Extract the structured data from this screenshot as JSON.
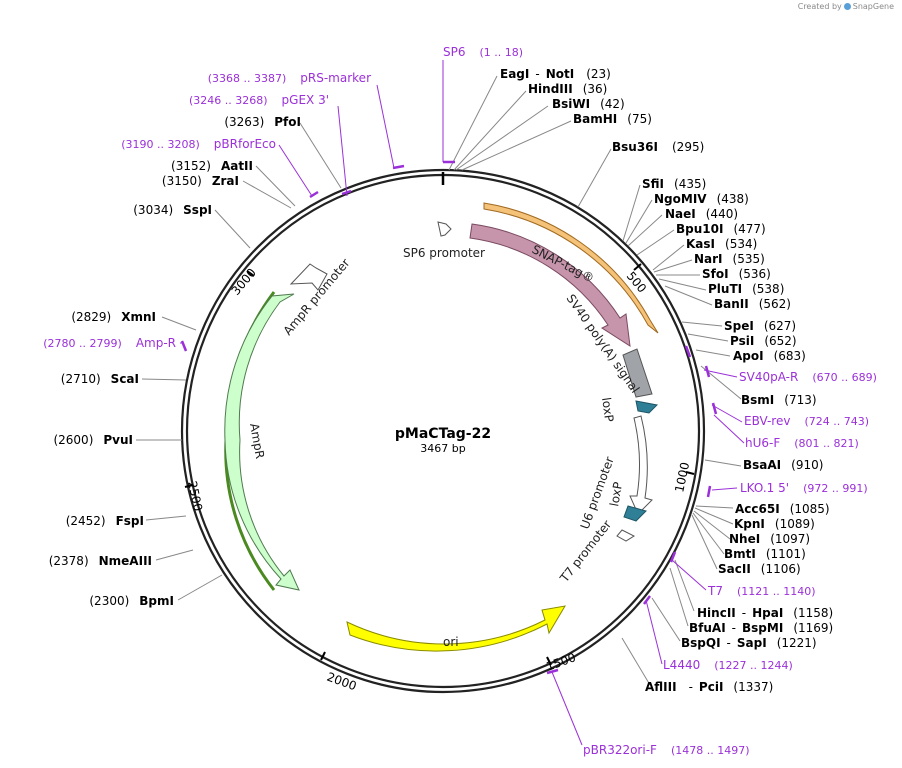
{
  "brand": {
    "created_by": "Created by",
    "product": "SnapGene"
  },
  "plasmid": {
    "name": "pMaCTag-22",
    "size_label": "3467 bp"
  },
  "colors": {
    "primer": "#9b30d9",
    "snap": "#c795ab",
    "amp": "#ccffcc",
    "ori": "#ffff00",
    "sv40": "#a0a4a8",
    "lox": "#2f7f96",
    "orange": "#f5c27a",
    "green": "#4a8a20"
  },
  "ticks": [
    "500",
    "1000",
    "1500",
    "2000",
    "2500",
    "3000"
  ],
  "features": [
    {
      "label": "SP6 promoter"
    },
    {
      "label": "SNAP-tag®"
    },
    {
      "label": "SV40 poly(A) signal"
    },
    {
      "label": "loxP"
    },
    {
      "label": "U6 promoter"
    },
    {
      "label": "loxP"
    },
    {
      "label": "T7 promoter"
    },
    {
      "label": "ori"
    },
    {
      "label": "AmpR"
    },
    {
      "label": "AmpR promoter"
    }
  ],
  "sites": [
    {
      "name": "EagI",
      "sep": "-",
      "name2": "NotI",
      "pos": "(23)"
    },
    {
      "name": "HindIII",
      "pos": "(36)"
    },
    {
      "name": "BsiWI",
      "pos": "(42)"
    },
    {
      "name": "BamHI",
      "pos": "(75)"
    },
    {
      "name": "Bsu36I",
      "pos": "(295)"
    },
    {
      "name": "SfiI",
      "pos": "(435)"
    },
    {
      "name": "NgoMIV",
      "pos": "(438)"
    },
    {
      "name": "NaeI",
      "pos": "(440)"
    },
    {
      "name": "Bpu10I",
      "pos": "(477)"
    },
    {
      "name": "KasI",
      "pos": "(534)"
    },
    {
      "name": "NarI",
      "pos": "(535)"
    },
    {
      "name": "SfoI",
      "pos": "(536)"
    },
    {
      "name": "PluTI",
      "pos": "(538)"
    },
    {
      "name": "BanII",
      "pos": "(562)"
    },
    {
      "name": "SpeI",
      "pos": "(627)"
    },
    {
      "name": "PsiI",
      "pos": "(652)"
    },
    {
      "name": "ApoI",
      "pos": "(683)"
    },
    {
      "name": "BsmI",
      "pos": "(713)"
    },
    {
      "name": "BsaAI",
      "pos": "(910)"
    },
    {
      "name": "Acc65I",
      "pos": "(1085)"
    },
    {
      "name": "KpnI",
      "pos": "(1089)"
    },
    {
      "name": "NheI",
      "pos": "(1097)"
    },
    {
      "name": "BmtI",
      "pos": "(1101)"
    },
    {
      "name": "SacII",
      "pos": "(1106)"
    },
    {
      "name": "HincII",
      "sep": "-",
      "name2": "HpaI",
      "pos": "(1158)"
    },
    {
      "name": "BfuAI",
      "sep": "-",
      "name2": "BspMI",
      "pos": "(1169)"
    },
    {
      "name": "BspQI",
      "sep": "-",
      "name2": "SapI",
      "pos": "(1221)"
    },
    {
      "name": "AflIII",
      "sep": "-",
      "name2": "PciI",
      "pos": "(1337)"
    },
    {
      "name": "BpmI",
      "pos": "(2300)"
    },
    {
      "name": "NmeAIII",
      "pos": "(2378)"
    },
    {
      "name": "FspI",
      "pos": "(2452)"
    },
    {
      "name": "PvuI",
      "pos": "(2600)"
    },
    {
      "name": "ScaI",
      "pos": "(2710)"
    },
    {
      "name": "XmnI",
      "pos": "(2829)"
    },
    {
      "name": "SspI",
      "pos": "(3034)"
    },
    {
      "name": "ZraI",
      "pos": "(3150)"
    },
    {
      "name": "AatII",
      "pos": "(3152)"
    },
    {
      "name": "PfoI",
      "pos": "(3263)"
    }
  ],
  "primers": [
    {
      "name": "SP6",
      "range": "(1 .. 18)"
    },
    {
      "name": "SV40pA-R",
      "range": "(670 .. 689)"
    },
    {
      "name": "EBV-rev",
      "range": "(724 .. 743)"
    },
    {
      "name": "hU6-F",
      "range": "(801 .. 821)"
    },
    {
      "name": "LKO.1 5'",
      "range": "(972 .. 991)"
    },
    {
      "name": "T7",
      "range": "(1121 .. 1140)"
    },
    {
      "name": "L4440",
      "range": "(1227 .. 1244)"
    },
    {
      "name": "pBR322ori-F",
      "range": "(1478 .. 1497)"
    },
    {
      "name": "Amp-R",
      "range": "(2780 .. 2799)"
    },
    {
      "name": "pBRforEco",
      "range": "(3190 .. 3208)"
    },
    {
      "name": "pGEX 3'",
      "range": "(3246 .. 3268)"
    },
    {
      "name": "pRS-marker",
      "range": "(3368 .. 3387)"
    }
  ]
}
